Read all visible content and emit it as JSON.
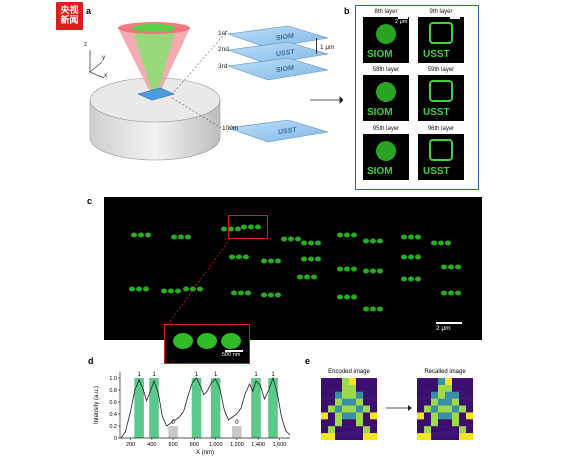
{
  "logo": {
    "line1": "央视",
    "line2": "新闻"
  },
  "panel_letters": {
    "a": "a",
    "b": "b",
    "c": "c",
    "d": "d",
    "e": "e"
  },
  "panel_a": {
    "axes": {
      "z": "z",
      "y": "y",
      "x": "x"
    },
    "layers": [
      "1st",
      "2nd",
      "3rd",
      "100th"
    ],
    "spacing": "1 μm",
    "glyph_text": {
      "top": "SIOM",
      "bottom": "USST"
    }
  },
  "panel_b": {
    "scale": "2 μm",
    "layers": [
      {
        "label": "8th layer",
        "text": "SIOM"
      },
      {
        "label": "9th layer",
        "text": "USST"
      },
      {
        "label": "58th layer",
        "text": "SIOM"
      },
      {
        "label": "59th layer",
        "text": "USST"
      },
      {
        "label": "95th layer",
        "text": "SIOM"
      },
      {
        "label": "96th layer",
        "text": "USST"
      }
    ]
  },
  "panel_c": {
    "scale": "2 μm",
    "inset_scale": "500 nm"
  },
  "chart_data": {
    "type": "line",
    "xlabel": "X (nm)",
    "ylabel": "Intensity (a.u.)",
    "xlim": [
      100,
      1700
    ],
    "ylim": [
      0,
      1.1
    ],
    "xticks": [
      200,
      400,
      600,
      800,
      1000,
      1200,
      1400,
      1600
    ],
    "xtick_labels": [
      "200",
      "400",
      "600",
      "800",
      "1,000",
      "1,200",
      "1,400",
      "1,600"
    ],
    "yticks": [
      0,
      0.2,
      0.4,
      0.6,
      0.8,
      1.0
    ],
    "ytick_labels": [
      "0",
      "0.2",
      "0.4",
      "0.6",
      "0.8",
      "1.0"
    ],
    "bits": [
      {
        "x": 280,
        "value": 1,
        "label": "1"
      },
      {
        "x": 420,
        "value": 1,
        "label": "1"
      },
      {
        "x": 600,
        "value": 0,
        "label": "0"
      },
      {
        "x": 820,
        "value": 1,
        "label": "1"
      },
      {
        "x": 1000,
        "value": 1,
        "label": "1"
      },
      {
        "x": 1200,
        "value": 0,
        "label": "0"
      },
      {
        "x": 1380,
        "value": 1,
        "label": "1"
      },
      {
        "x": 1540,
        "value": 1,
        "label": "1"
      }
    ],
    "profile": {
      "x": [
        110,
        150,
        200,
        240,
        280,
        320,
        350,
        380,
        420,
        460,
        500,
        540,
        580,
        600,
        620,
        660,
        700,
        740,
        780,
        820,
        860,
        890,
        920,
        960,
        1000,
        1040,
        1080,
        1120,
        1160,
        1200,
        1240,
        1280,
        1320,
        1350,
        1380,
        1420,
        1460,
        1500,
        1540,
        1580,
        1620,
        1660,
        1700
      ],
      "y": [
        0.0,
        0.1,
        0.45,
        0.8,
        0.97,
        0.8,
        0.62,
        0.75,
        0.95,
        0.75,
        0.35,
        0.2,
        0.25,
        0.3,
        0.3,
        0.35,
        0.45,
        0.7,
        0.92,
        1.0,
        0.85,
        0.72,
        0.78,
        0.92,
        0.98,
        0.82,
        0.48,
        0.3,
        0.35,
        0.4,
        0.5,
        0.75,
        0.9,
        0.78,
        0.95,
        0.88,
        0.65,
        0.8,
        1.0,
        0.75,
        0.35,
        0.12,
        0.05
      ]
    }
  },
  "panel_e": {
    "encoded_title": "Encoded image",
    "recalled_title": "Recalled image",
    "colors": {
      "bg": "#3b0f70",
      "mid": "#3a8fa5",
      "hi": "#9fd84a",
      "bright": "#f7e51f"
    }
  }
}
